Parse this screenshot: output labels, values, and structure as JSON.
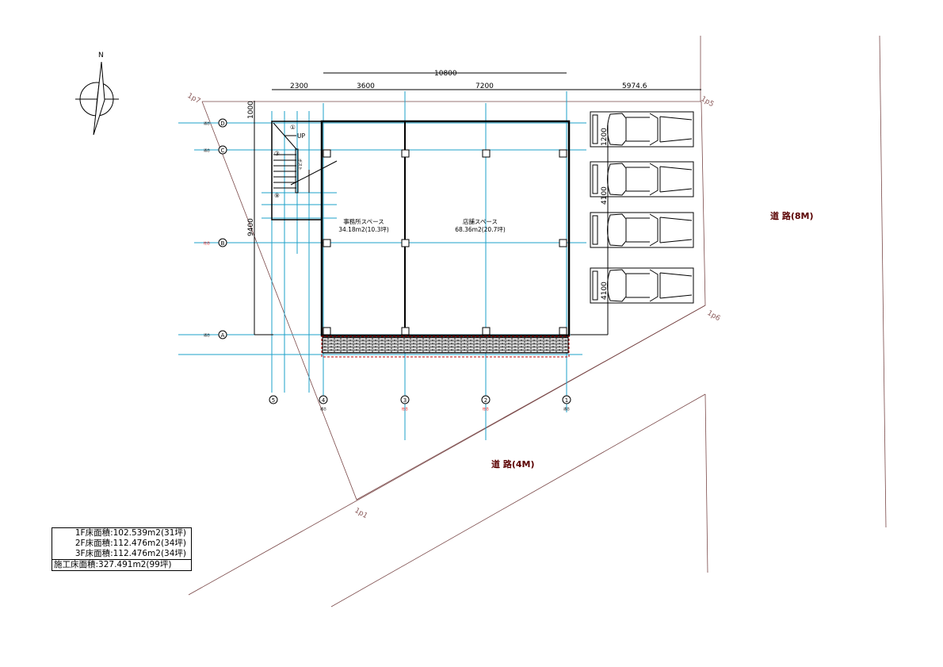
{
  "compass": {
    "north_label": "N"
  },
  "dimensions": {
    "overall_width": "10800",
    "seg1": "2300",
    "seg2": "3600",
    "seg3": "7200",
    "seg4": "5974.6",
    "left1": "1000",
    "left2": "9400",
    "right1": "1200",
    "right2": "4100",
    "right3": "4100"
  },
  "plot_points": {
    "p7": "1p7",
    "p5": "1p5",
    "p6": "1p6",
    "p1": "1p1"
  },
  "grid": {
    "rows": [
      {
        "label": "D",
        "tag": "通芯"
      },
      {
        "label": "C",
        "tag": "通芯"
      },
      {
        "label": "B",
        "tag": "柱芯"
      },
      {
        "label": "A",
        "tag": "通芯"
      }
    ],
    "cols": [
      {
        "label": "5",
        "tag": ""
      },
      {
        "label": "4",
        "tag": "通芯"
      },
      {
        "label": "3",
        "tag": "柱芯"
      },
      {
        "label": "2",
        "tag": "柱芯"
      },
      {
        "label": "1",
        "tag": "通芯"
      }
    ]
  },
  "stair": {
    "up_label": "UP",
    "step1": "①",
    "step3": "③",
    "step9": "⑨",
    "note": "ボスト"
  },
  "rooms": [
    {
      "name": "事務所スペース",
      "area": "34.18m2(10.3坪)"
    },
    {
      "name": "店舗スペース",
      "area": "68.36m2(20.7坪)"
    }
  ],
  "roads": {
    "east": "道 路(8M)",
    "south": "道 路(4M)"
  },
  "area_table": [
    "1F床面積:102.539m2(31坪)",
    "2F床面積:112.476m2(34坪)",
    "3F床面積:112.476m2(34坪)",
    "施工床面積:327.491m2(99坪)"
  ],
  "colors": {
    "grid": "#1ea0c8",
    "property_line": "#7a4848",
    "road_label": "#5a0000"
  }
}
